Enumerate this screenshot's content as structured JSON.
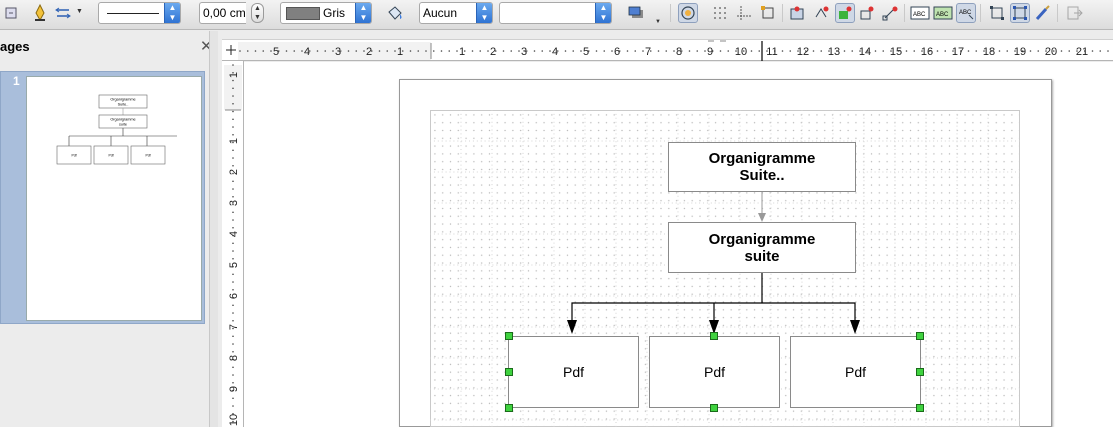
{
  "toolbar": {
    "line_width": "0,00 cm",
    "area_color": "Gris",
    "area_style": "Aucun",
    "area_fill": ""
  },
  "pages_panel": {
    "title": "ages",
    "page_number": "1",
    "thumbnail": {
      "top_box": "Organigramme\nSuite..",
      "mid_box": "Organigramme\nsuite",
      "child_box": "Pdf"
    }
  },
  "ruler": {
    "horizontal_left": [
      "5",
      "4",
      "3",
      "2",
      "1"
    ],
    "horizontal_right": [
      "1",
      "2",
      "3",
      "4",
      "5",
      "6",
      "7",
      "8",
      "9",
      "10",
      "11",
      "12",
      "13",
      "14",
      "15",
      "16",
      "17",
      "18",
      "19",
      "20",
      "21"
    ],
    "vertical_top": [
      "1"
    ],
    "vertical": [
      "1",
      "2",
      "3",
      "4",
      "5",
      "6",
      "7",
      "8",
      "9",
      "10"
    ]
  },
  "diagram": {
    "top_box": "Organigramme\nSuite..",
    "mid_box": "Organigramme\nsuite",
    "child_1": "Pdf",
    "child_2": "Pdf",
    "child_3": "Pdf"
  },
  "colors": {
    "selection_handle": "#3fd23f",
    "panel_highlight": "#a9bedb",
    "area_swatch": "#808080"
  }
}
